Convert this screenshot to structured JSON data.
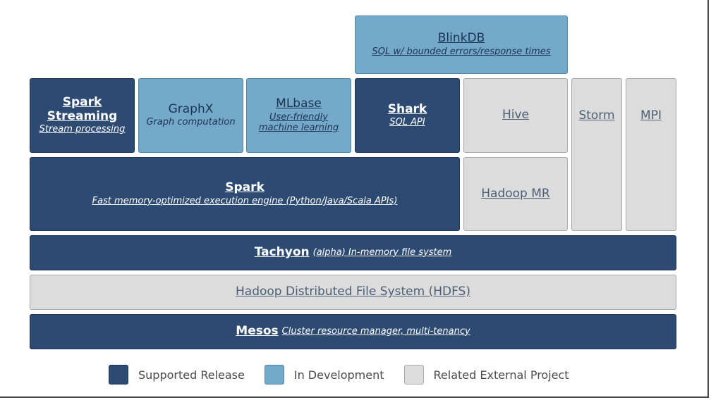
{
  "colors": {
    "supported": "#2c4a72",
    "development": "#74a9c9",
    "external": "#dcdcdc"
  },
  "blocks": {
    "blinkdb": {
      "title": "BlinkDB",
      "subtitle": "SQL w/ bounded errors/response times"
    },
    "spark_streaming": {
      "title_line1": "Spark",
      "title_line2": "Streaming",
      "subtitle": "Stream processing"
    },
    "graphx": {
      "title": "GraphX",
      "subtitle": "Graph computation"
    },
    "mlbase": {
      "title": "MLbase",
      "subtitle_line1": "User-friendly",
      "subtitle_line2": "machine learning"
    },
    "shark": {
      "title": "Shark",
      "subtitle": "SQL API"
    },
    "hive": {
      "title": "Hive"
    },
    "storm": {
      "title": "Storm"
    },
    "mpi": {
      "title": "MPI"
    },
    "spark": {
      "title": "Spark",
      "subtitle": "Fast memory-optimized execution engine (Python/Java/Scala APIs)"
    },
    "hadoop_mr": {
      "title": "Hadoop MR"
    },
    "tachyon": {
      "title": "Tachyon",
      "subtitle": "(alpha) In-memory file system"
    },
    "hdfs": {
      "title": "Hadoop Distributed File System (HDFS)"
    },
    "mesos": {
      "title": "Mesos",
      "subtitle": "Cluster resource manager, multi-tenancy"
    }
  },
  "legend": {
    "supported": "Supported Release",
    "development": "In Development",
    "external": "Related External Project"
  }
}
